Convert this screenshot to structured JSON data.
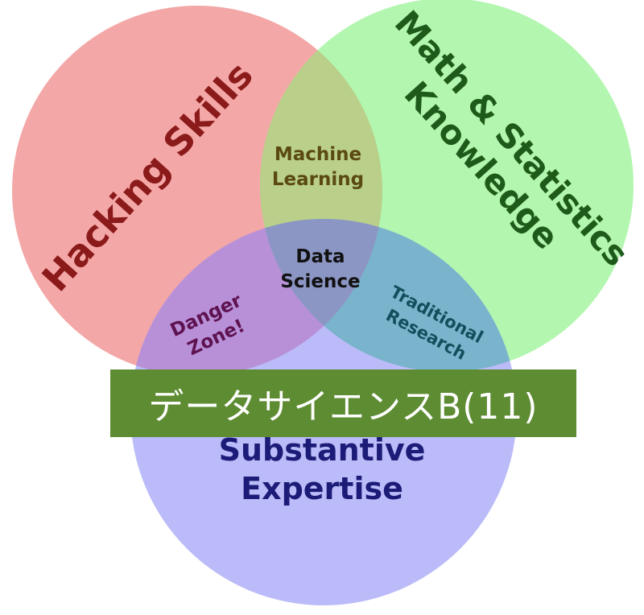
{
  "diagram": {
    "circles": {
      "hacking": {
        "label": "Hacking Skills",
        "fill": "#f4a7a7",
        "text_color": "#8b1a1a"
      },
      "math": {
        "label_line1": "Math & Statistics",
        "label_line2": "Knowledge",
        "fill": "#a6f5a1",
        "text_color": "#1e5b1a"
      },
      "substantive": {
        "label_line1": "Substantive",
        "label_line2": "Expertise",
        "fill": "#aaaaf8",
        "text_color": "#1c1c78"
      }
    },
    "overlaps": {
      "machine_learning": {
        "line1": "Machine",
        "line2": "Learning",
        "text_color": "#5a4a10"
      },
      "danger_zone": {
        "line1": "Danger",
        "line2": "Zone!",
        "text_color": "#5e1250"
      },
      "traditional_research": {
        "line1": "Traditional",
        "line2": "Research",
        "text_color": "#124e5c"
      },
      "data_science": {
        "line1": "Data",
        "line2": "Science",
        "text_color": "#111111"
      }
    }
  },
  "banner": {
    "text": "データサイエンスB(11)",
    "background": "#5e8c32"
  }
}
